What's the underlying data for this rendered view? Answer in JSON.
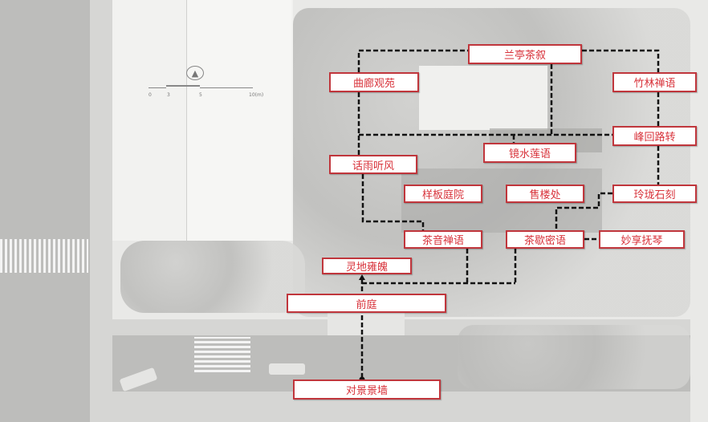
{
  "scale_bar": {
    "ticks": [
      "0",
      "3",
      "5",
      "10(m)"
    ]
  },
  "labels": {
    "lanting": "兰亭茶叙",
    "qulang": "曲廊观苑",
    "zhulin": "竹林禅语",
    "fenghui": "峰回路转",
    "jingshui": "镜水莲语",
    "huayu": "话雨听风",
    "yangban": "样板庭院",
    "shoulou": "售楼处",
    "linglong": "玲珑石刻",
    "chayin": "茶音禅语",
    "chaxie": "茶歇密语",
    "miaoxiang": "妙享抚琴",
    "lingdi": "灵地雍魄",
    "qianting": "前庭",
    "duijing": "对景景墙"
  },
  "colors": {
    "label_border": "#c0363c",
    "label_text": "#d8323a",
    "path": "#111111"
  }
}
